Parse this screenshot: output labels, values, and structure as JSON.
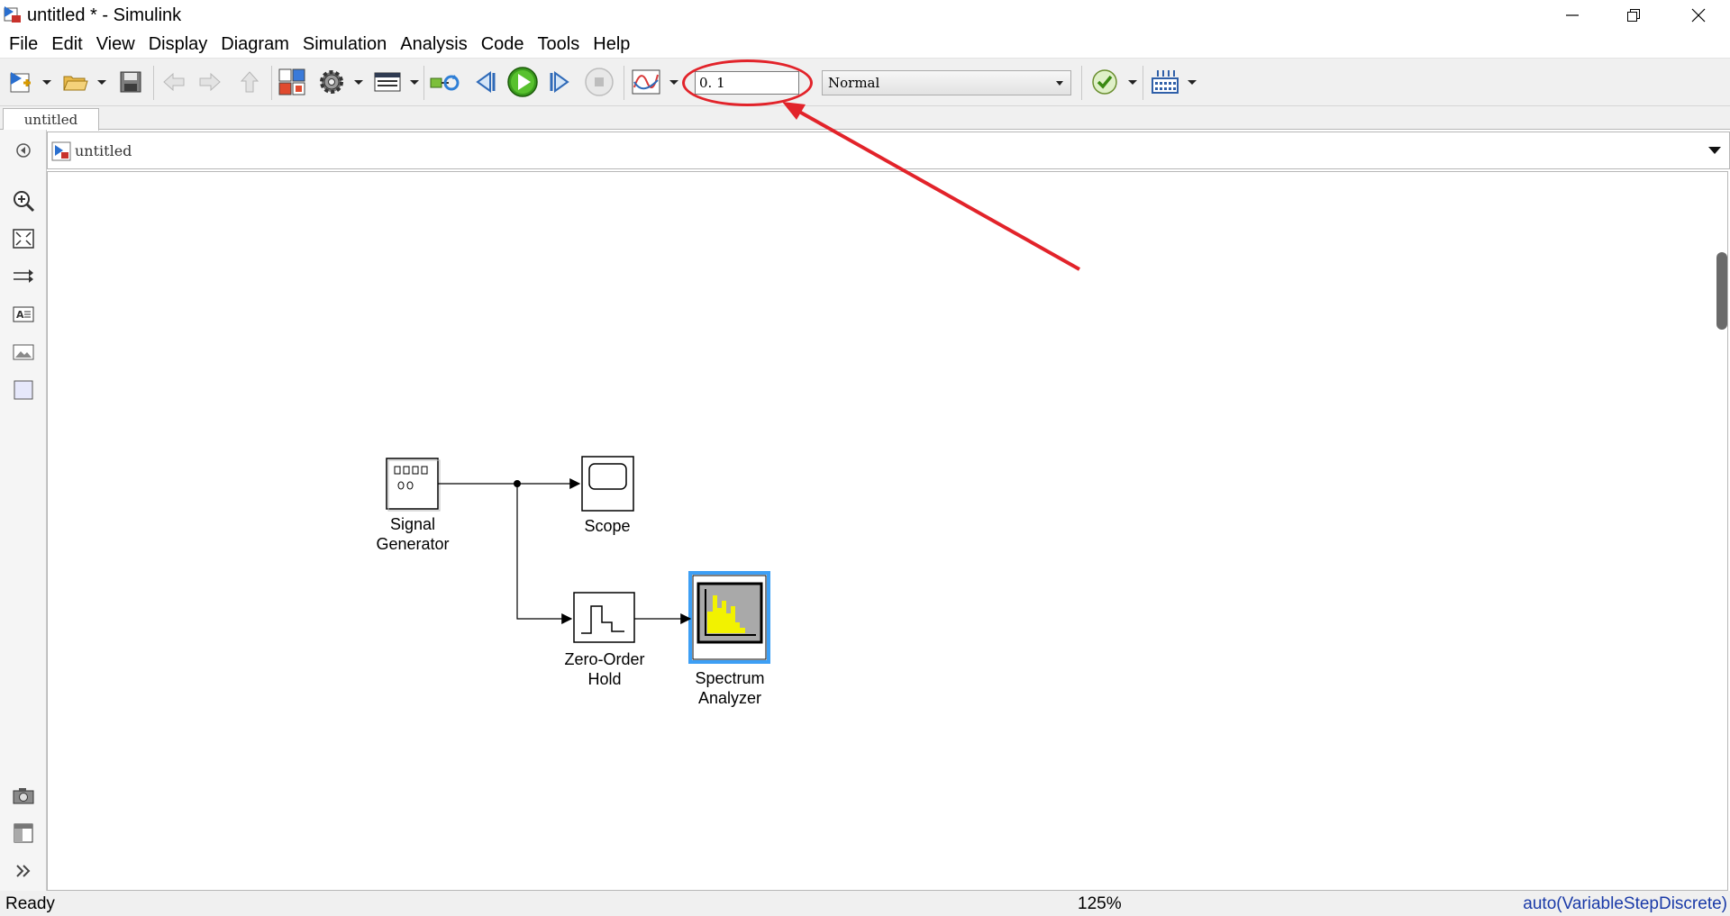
{
  "window": {
    "title": "untitled * - Simulink"
  },
  "menu": [
    "File",
    "Edit",
    "View",
    "Display",
    "Diagram",
    "Simulation",
    "Analysis",
    "Code",
    "Tools",
    "Help"
  ],
  "toolbar": {
    "stop_time": "0. 1",
    "sim_mode": "Normal"
  },
  "tab": {
    "label": "untitled"
  },
  "address": {
    "path": "untitled"
  },
  "blocks": {
    "signal_generator": "Signal\nGenerator",
    "scope": "Scope",
    "zero_order_hold": "Zero-Order\nHold",
    "spectrum_analyzer": "Spectrum\nAnalyzer"
  },
  "status": {
    "state": "Ready",
    "zoom": "125%",
    "solver": "auto(VariableStepDiscrete)"
  },
  "colors": {
    "annotation": "#e2232a",
    "selection": "#3d9ff5",
    "status_solver": "#1a3aa8"
  }
}
